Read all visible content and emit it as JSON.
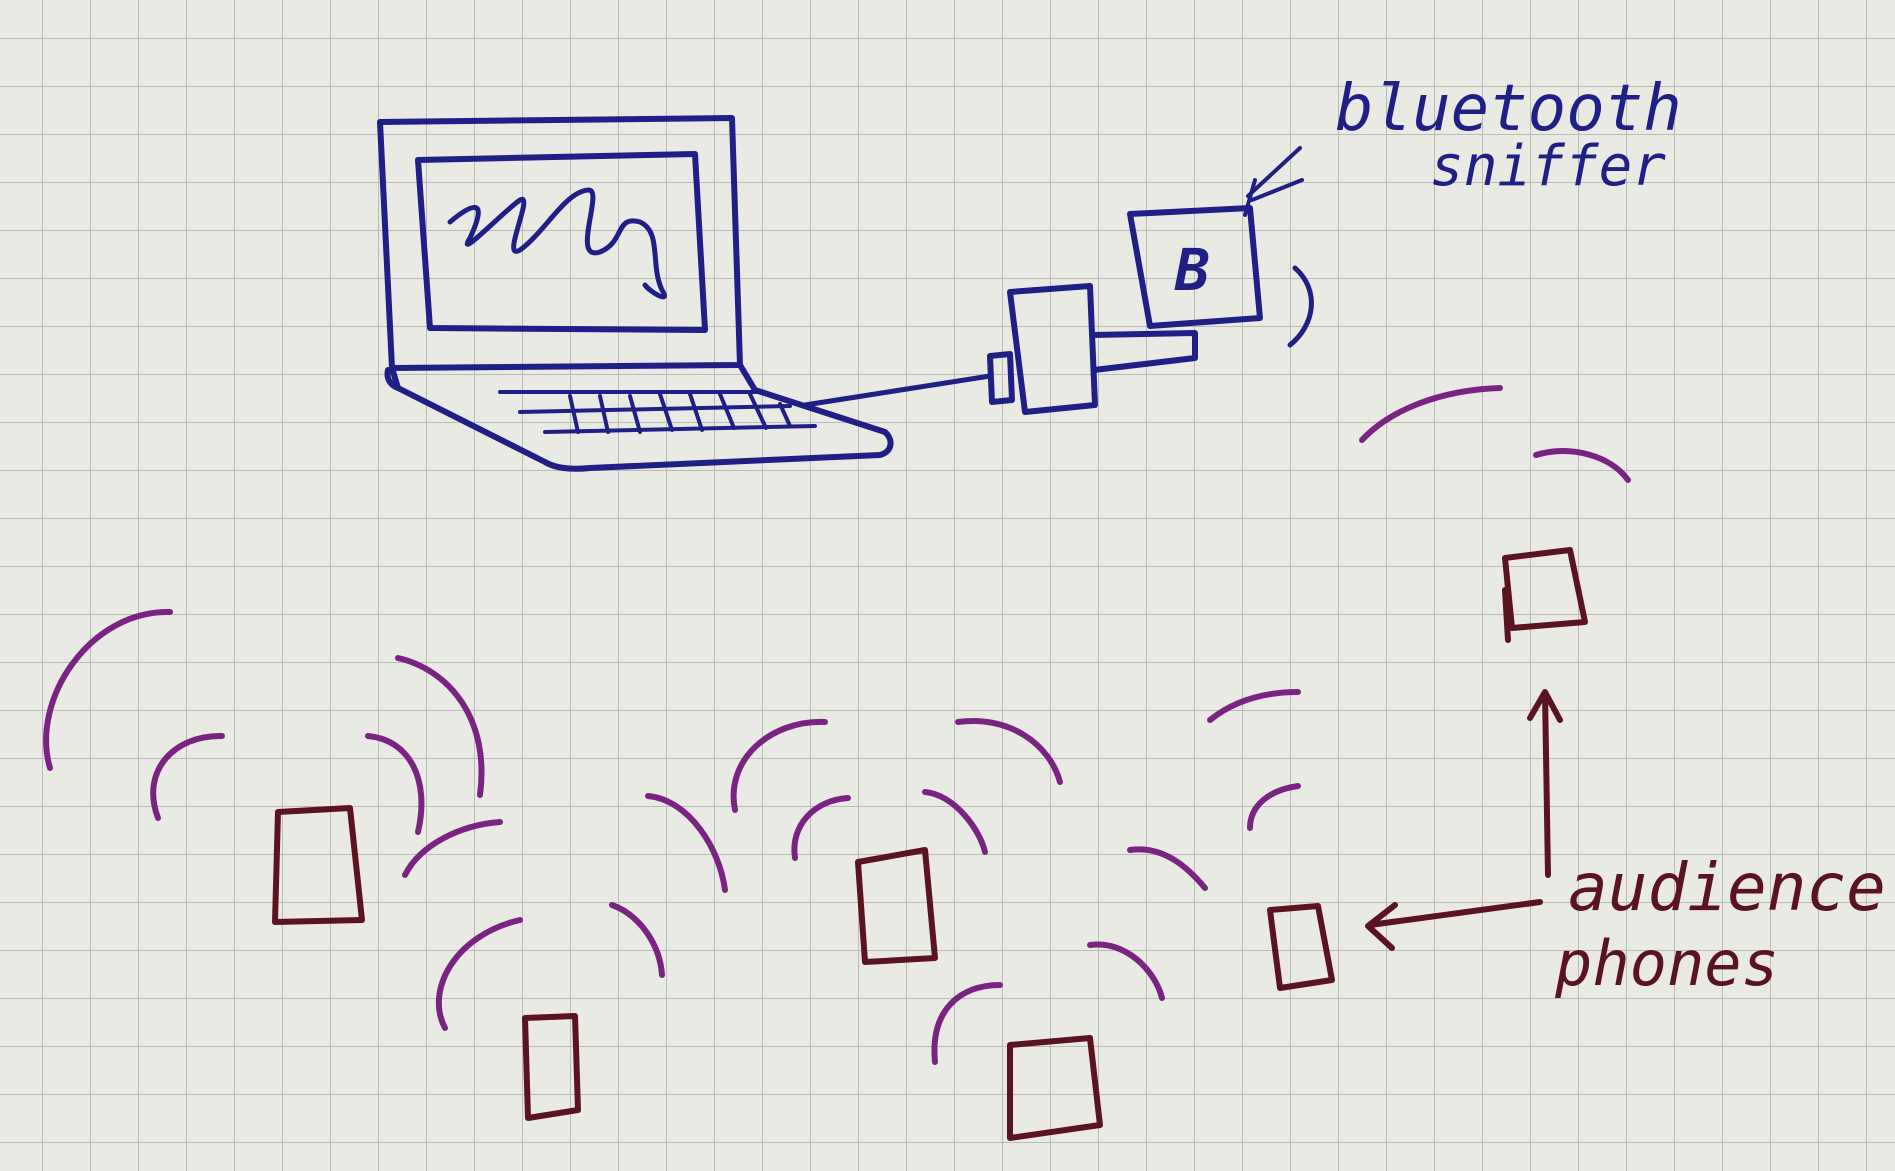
{
  "labels": {
    "sniffer_line1": "bluetooth",
    "sniffer_line2": "sniffer",
    "audience_line1": "audience",
    "audience_line2": "phones",
    "bluetooth_glyph": "B"
  },
  "colors": {
    "paper": "#e9eae4",
    "grid": "#b9bcb6",
    "ink_blue": "#1f1f86",
    "ink_purple": "#7a2481",
    "ink_maroon": "#5a1420"
  },
  "icons": [
    "laptop-icon",
    "bluetooth-dongle-icon",
    "phone-icon",
    "radio-wave-icon",
    "arrow-icon"
  ]
}
